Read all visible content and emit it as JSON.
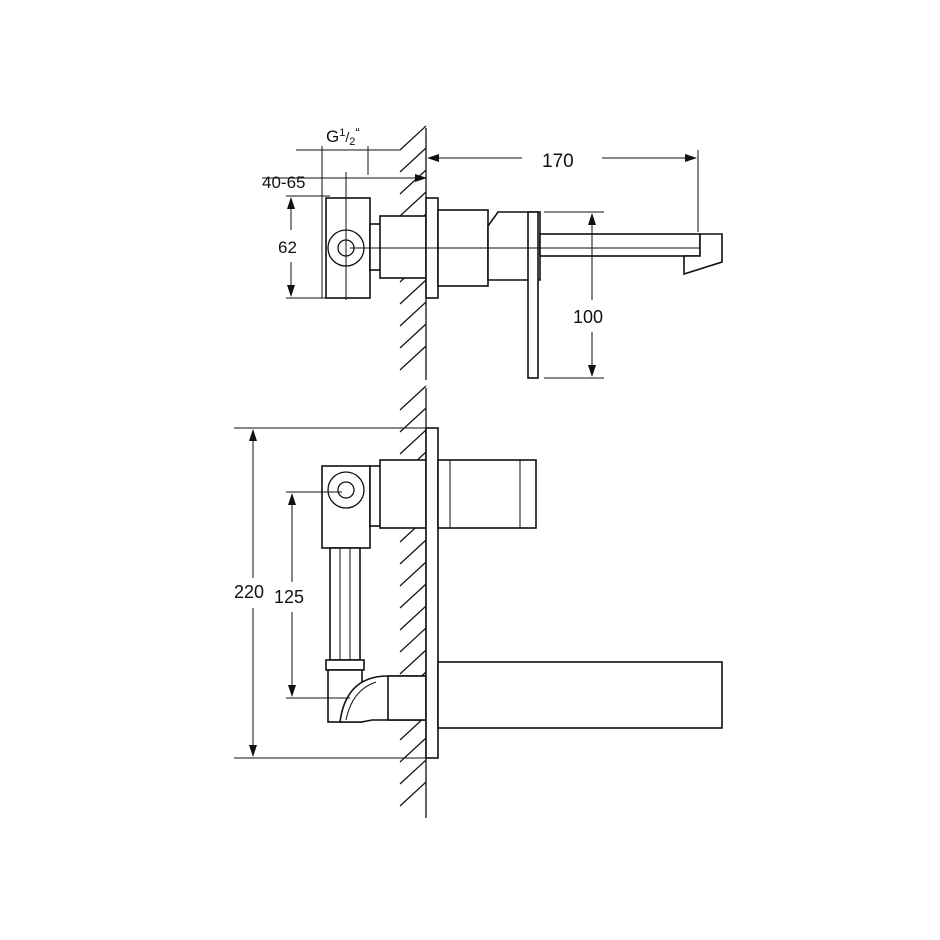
{
  "dimensions": {
    "thread_main": "G",
    "thread_num": "1",
    "thread_sep": "/",
    "thread_den": "2",
    "thread_tail": "“",
    "wall_depth": "40-65",
    "spout_length": "170",
    "body_height": "62",
    "lever_height": "100",
    "plate_height": "220",
    "axis_distance": "125"
  },
  "colors": {
    "line": "#111111",
    "background": "#ffffff"
  }
}
